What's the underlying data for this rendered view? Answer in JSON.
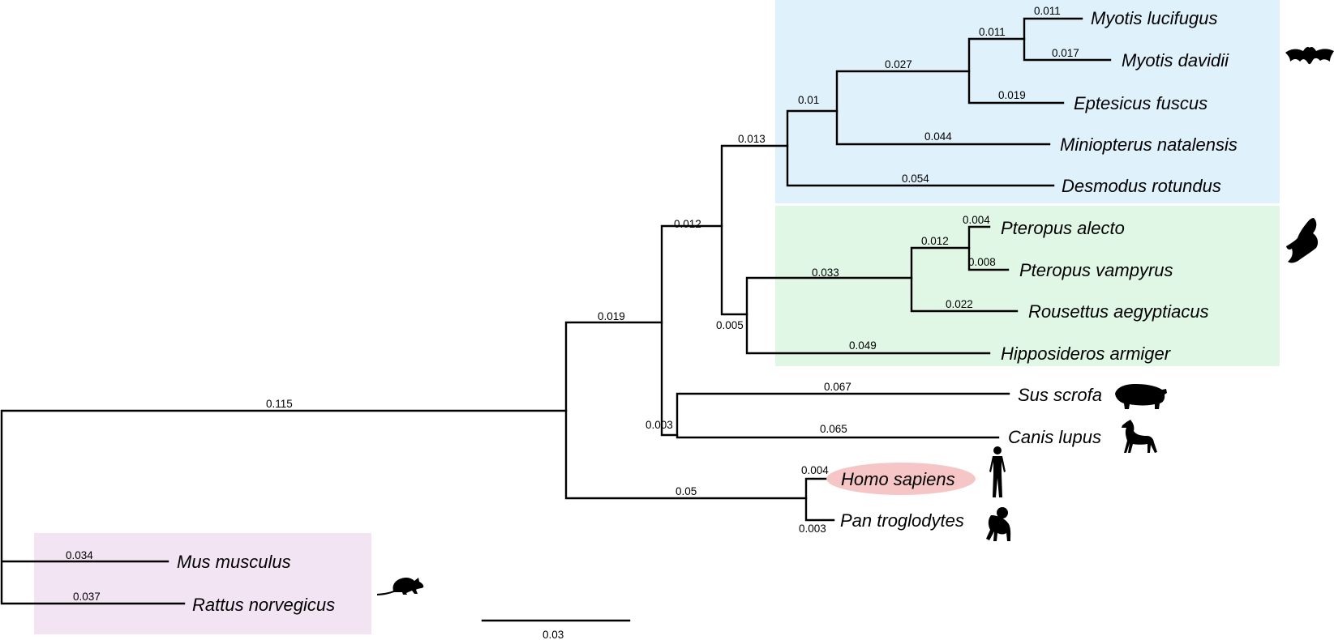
{
  "colors": {
    "microbat_clade": "#dff1fb",
    "megabat_clade": "#e0f7e6",
    "rodent_clade": "#f3e4f4",
    "human_highlight": "#f6c6c6"
  },
  "taxa": {
    "myotis_lucifugus": "Myotis lucifugus",
    "myotis_davidii": "Myotis davidii",
    "eptesicus_fuscus": "Eptesicus fuscus",
    "miniopterus_natalensis": "Miniopterus natalensis",
    "desmodus_rotundus": "Desmodus rotundus",
    "pteropus_alecto": "Pteropus alecto",
    "pteropus_vampyrus": "Pteropus vampyrus",
    "rousettus_aegyptiacus": "Rousettus aegyptiacus",
    "hipposideros_armiger": "Hipposideros armiger",
    "sus_scrofa": "Sus scrofa",
    "canis_lupus": "Canis lupus",
    "homo_sapiens": "Homo sapiens",
    "pan_troglodytes": "Pan troglodytes",
    "mus_musculus": "Mus musculus",
    "rattus_norvegicus": "Rattus norvegicus"
  },
  "branch_lengths": {
    "root_to_main": "0.115",
    "main_to_laurasia": "0.019",
    "main_to_primates": "0.05",
    "laurasia_to_bats": "0.012",
    "laurasia_to_ungulates": "0.003",
    "bats_to_yangochiroptera": "0.013",
    "bats_to_yinpterochiroptera": "0.005",
    "yango_to_vesper": "0.01",
    "vesper_to_myotis_eptesicus": "0.027",
    "myotis_stem": "0.011",
    "myotis_lucifugus": "0.011",
    "myotis_davidii": "0.017",
    "eptesicus_fuscus": "0.019",
    "miniopterus_natalensis": "0.044",
    "desmodus_rotundus": "0.054",
    "yinptero_to_pteropodidae": "0.033",
    "pteropus_stem": "0.012",
    "pteropus_alecto": "0.004",
    "pteropus_vampyrus": "0.008",
    "rousettus_aegyptiacus": "0.022",
    "hipposideros_armiger": "0.049",
    "sus_scrofa": "0.067",
    "canis_lupus": "0.065",
    "homo_sapiens": "0.004",
    "pan_troglodytes": "0.003",
    "mus_musculus": "0.034",
    "rattus_norvegicus": "0.037"
  },
  "scale_bar": {
    "label": "0.03"
  },
  "silhouettes": {
    "microbat": "bat-icon",
    "megabat": "fruit-bat-icon",
    "pig": "pig-icon",
    "dog": "dog-icon",
    "human": "human-icon",
    "chimp": "chimpanzee-icon",
    "rat": "rat-icon"
  }
}
